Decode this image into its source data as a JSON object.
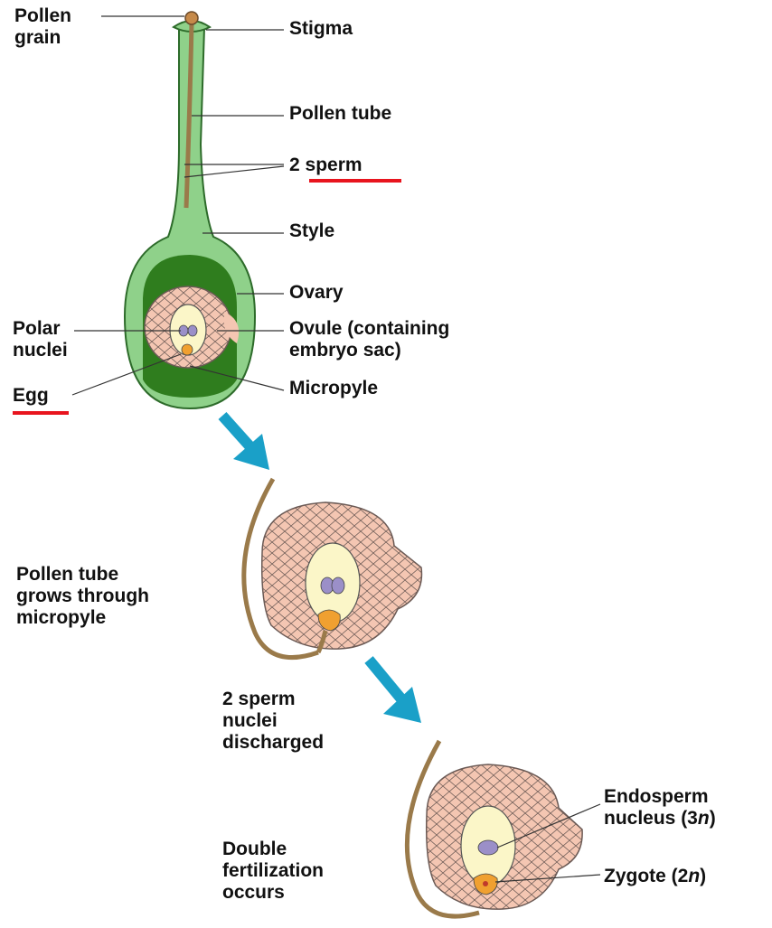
{
  "labels": {
    "pollen_grain_1": "Pollen",
    "pollen_grain_2": "grain",
    "stigma": "Stigma",
    "pollen_tube": "Pollen tube",
    "two_sperm": "2 sperm",
    "style": "Style",
    "ovary": "Ovary",
    "polar_nuclei_1": "Polar",
    "polar_nuclei_2": "nuclei",
    "ovule_1": "Ovule (containing",
    "ovule_2": "embryo sac)",
    "egg": "Egg",
    "micropyle": "Micropyle",
    "step1_1": "Pollen tube",
    "step1_2": "grows through",
    "step1_3": "micropyle",
    "step2_1": "2 sperm",
    "step2_2": "nuclei",
    "step2_3": "discharged",
    "step3_1": "Double",
    "step3_2": "fertilization",
    "step3_3": "occurs",
    "endosperm_1": "Endosperm",
    "endosperm_2_prefix": "nucleus (3",
    "endosperm_2_n": "n",
    "endosperm_2_suffix": ")",
    "zygote_prefix": "Zygote (2",
    "zygote_n": "n",
    "zygote_suffix": ")"
  },
  "colors": {
    "carpel_green": "#8fd18a",
    "carpel_outline": "#2d6b2a",
    "ovary_cavity": "#2f7d1e",
    "ovule_pink": "#f4c6b2",
    "embryo_sac_cream": "#fbf6c8",
    "nucleus_purple": "#9b8fc8",
    "egg_orange": "#f0a030",
    "pollen_tube_brown": "#9a7a4a",
    "arrow_blue": "#1aa0c8",
    "underline_red": "#e8141e"
  },
  "icons": {
    "flow_arrow": "down-right-arrow-icon"
  }
}
